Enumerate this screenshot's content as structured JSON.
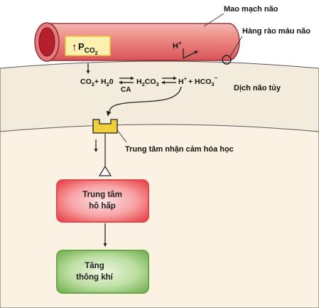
{
  "labels": {
    "capillary": "Mao mạch não",
    "barrier": "Hàng rào máu não",
    "csf": "Dịch não tủy",
    "receptor": "Trung tâm nhận cảm hóa học"
  },
  "pco2": {
    "arrow": "↑",
    "p": "P",
    "sub": "CO",
    "sub2": "2"
  },
  "h_plus_in_vessel": {
    "base": "H",
    "sup": "+"
  },
  "equation": {
    "co2": "CO",
    "co2_sub": "2",
    "plus1": "+ H",
    "h2o_sub": "2",
    "h2o_end": "0",
    "h2co3_a": "H",
    "h2co3_sub1": "2",
    "h2co3_b": "CO",
    "h2co3_sub2": "3",
    "h_base": "H",
    "h_sup": "+",
    "plus2": "+ HCO",
    "hco3_sub": "3",
    "hco3_sup": "−",
    "enzyme": "CA"
  },
  "boxes": {
    "resp_center_line1": "Trung tâm",
    "resp_center_line2": "hô hấp",
    "increase_line1": "Tăng",
    "increase_line2": "thông khí"
  },
  "colors": {
    "csf": "#f3ebdb",
    "brain": "#fbf2e3",
    "vessel": "#ec8686",
    "vessel_dark": "#b8232f",
    "receptor": "#f1cf3b",
    "resp_box": "#ee5e62",
    "vent_box": "#8cc56c"
  }
}
